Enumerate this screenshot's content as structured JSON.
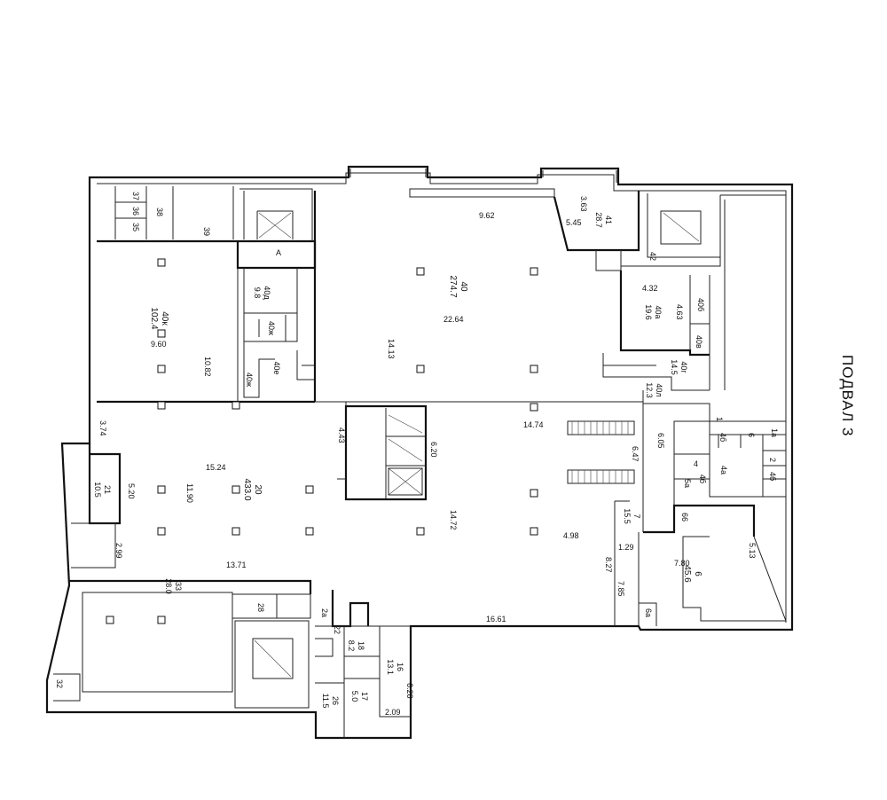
{
  "title": "ПОДВАЛ 3",
  "rooms": [
    {
      "num": "40к",
      "area": "102.4"
    },
    {
      "num": "40",
      "area": "274.7"
    },
    {
      "num": "40д",
      "area": "9.8"
    },
    {
      "num": "40ж",
      "area": ""
    },
    {
      "num": "40е",
      "area": ""
    },
    {
      "num": "40ж",
      "area": ""
    },
    {
      "num": "20",
      "area": "433.0"
    },
    {
      "num": "21",
      "area": "10.5"
    },
    {
      "num": "33",
      "area": "28.0"
    },
    {
      "num": "41",
      "area": "28.7"
    },
    {
      "num": "40а",
      "area": "19.6"
    },
    {
      "num": "40г",
      "area": "14.5"
    },
    {
      "num": "40л",
      "area": "12.3"
    },
    {
      "num": "6",
      "area": "45.6"
    },
    {
      "num": "7",
      "area": "15.5"
    },
    {
      "num": "18",
      "area": "8.2"
    },
    {
      "num": "16",
      "area": "13.1"
    },
    {
      "num": "17",
      "area": "5.0"
    },
    {
      "num": "26",
      "area": "11.5"
    },
    {
      "num": "4б",
      "area": ""
    },
    {
      "num": "5а",
      "area": ""
    }
  ],
  "small_labels": [
    "37",
    "36",
    "35",
    "38",
    "39",
    "А",
    "42",
    "40б",
    "40в",
    "4",
    "4а",
    "4б",
    "66",
    "6а",
    "28",
    "22",
    "32",
    "1",
    "2а",
    "6",
    "1а",
    "2",
    "4б"
  ],
  "dimensions": [
    "9.62",
    "3.63",
    "5.45",
    "22.64",
    "14.13",
    "9.60",
    "10.82",
    "4.32",
    "4.63",
    "3.74",
    "15.24",
    "11.90",
    "5.20",
    "4.43",
    "6.20",
    "14.74",
    "6.47",
    "6.05",
    "14.72",
    "4.98",
    "2.99",
    "13.71",
    "1.29",
    "8.27",
    "7.80",
    "5.13",
    "7.85",
    "16.61",
    "6.28",
    "2.09"
  ]
}
